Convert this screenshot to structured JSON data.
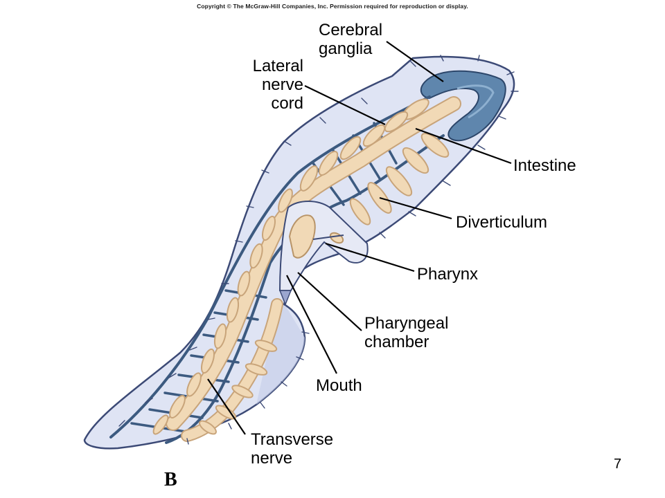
{
  "copyright": "Copyright © The McGraw-Hill Companies, Inc. Permission required for reproduction or display.",
  "labels": {
    "cerebral_ganglia": "Cerebral\nganglia",
    "lateral_nerve_cord": "Lateral\nnerve\ncord",
    "intestine": "Intestine",
    "diverticulum": "Diverticulum",
    "pharynx": "Pharynx",
    "pharyngeal_chamber": "Pharyngeal\nchamber",
    "mouth": "Mouth",
    "transverse_nerve": "Transverse\nnerve"
  },
  "panel_letter": "B",
  "page_number": "7",
  "colors": {
    "body_fill": "#dfe4f4",
    "body_outline": "#3c4a76",
    "nerve": "#3c5a80",
    "ganglia": "#5f86ad",
    "intestine": "#f1d9b6",
    "intestine_outline": "#c8a47a",
    "leader_line": "#000000"
  }
}
